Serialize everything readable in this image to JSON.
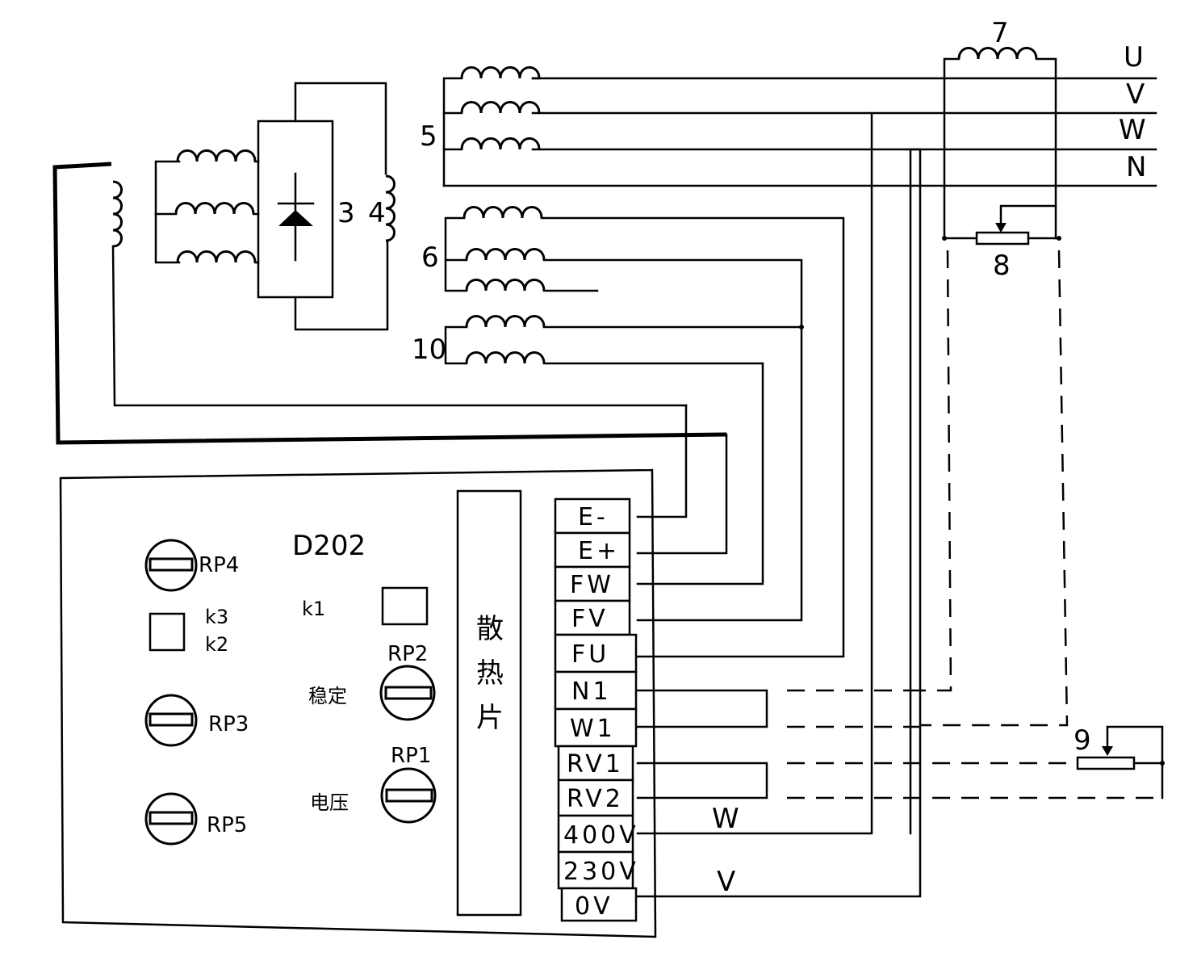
{
  "phase_lines": [
    "U",
    "V",
    "W",
    "N"
  ],
  "components": {
    "rectifier": "3",
    "coil_4": "4",
    "winding_5": "5",
    "winding_6": "6",
    "inductor_7": "7",
    "pot_8": "8",
    "pot_9": "9",
    "winding_10": "10"
  },
  "board": {
    "model": "D202",
    "heatsink": [
      "散",
      "热",
      "片"
    ],
    "terminals": [
      "E-",
      "E+",
      "FW",
      "FV",
      "FU",
      "N1",
      "W1",
      "RV1",
      "RV2",
      "400V",
      "230V",
      "0V"
    ],
    "pots": {
      "rp1": "RP1",
      "rp2": "RP2",
      "rp3": "RP3",
      "rp4": "RP4",
      "rp5": "RP5"
    },
    "switches": {
      "k1": "k1",
      "k2": "k2",
      "k3": "k3"
    },
    "stable_label": "稳定",
    "voltage_label": "电压"
  },
  "wire_labels": {
    "w_label": "W",
    "v_label": "V"
  }
}
